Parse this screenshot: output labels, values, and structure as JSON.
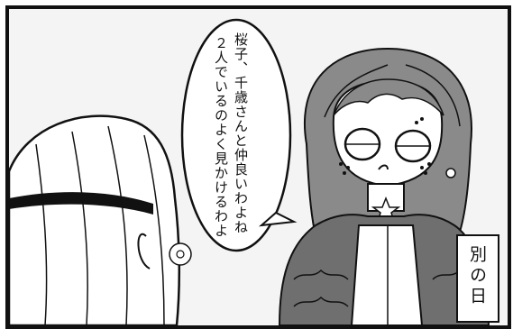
{
  "dialogue": {
    "line1": "桜子、千歳さんと仲良いわよね",
    "line2": "２人でいるのよく見かけるわよ"
  },
  "caption": {
    "text": "別の日"
  },
  "colors": {
    "ink": "#111111",
    "paper": "#ffffff",
    "background": "#f4f4f4",
    "coat_gray": "#6f6f6f",
    "hair_gray": "#8a8a8a"
  }
}
